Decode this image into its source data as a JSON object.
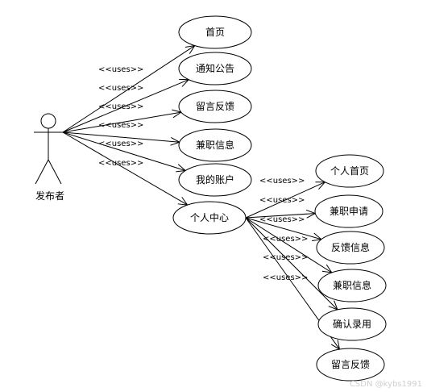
{
  "diagram": {
    "actor": {
      "label": "发布者"
    },
    "stereotype": "<<uses>>",
    "use_cases": [
      {
        "id": "home",
        "label": "首页"
      },
      {
        "id": "notice",
        "label": "通知公告"
      },
      {
        "id": "message",
        "label": "留言反馈"
      },
      {
        "id": "parttime",
        "label": "兼职信息"
      },
      {
        "id": "account",
        "label": "我的账户"
      },
      {
        "id": "center",
        "label": "个人中心"
      },
      {
        "id": "personal-home",
        "label": "个人首页"
      },
      {
        "id": "apply",
        "label": "兼职申请"
      },
      {
        "id": "feedback-info",
        "label": "反馈信息"
      },
      {
        "id": "parttime-info",
        "label": "兼职信息"
      },
      {
        "id": "confirm-hire",
        "label": "确认录用"
      },
      {
        "id": "message-feedback",
        "label": "留言反馈"
      }
    ],
    "associations": [
      {
        "from": "actor",
        "to": "home",
        "label": "<<uses>>"
      },
      {
        "from": "actor",
        "to": "notice",
        "label": "<<uses>>"
      },
      {
        "from": "actor",
        "to": "message",
        "label": "<<uses>>"
      },
      {
        "from": "actor",
        "to": "parttime",
        "label": "<<uses>>"
      },
      {
        "from": "actor",
        "to": "account",
        "label": "<<uses>>"
      },
      {
        "from": "actor",
        "to": "center",
        "label": "<<uses>>"
      },
      {
        "from": "center",
        "to": "personal-home",
        "label": "<<uses>>"
      },
      {
        "from": "center",
        "to": "apply",
        "label": "<<uses>>"
      },
      {
        "from": "center",
        "to": "feedback-info",
        "label": "<<uses>>"
      },
      {
        "from": "center",
        "to": "parttime-info",
        "label": "<<uses>>"
      },
      {
        "from": "center",
        "to": "confirm-hire",
        "label": "<<uses>>"
      },
      {
        "from": "center",
        "to": "message-feedback",
        "label": "<<uses>>"
      }
    ]
  },
  "watermark": "CSDN @kybs1991"
}
